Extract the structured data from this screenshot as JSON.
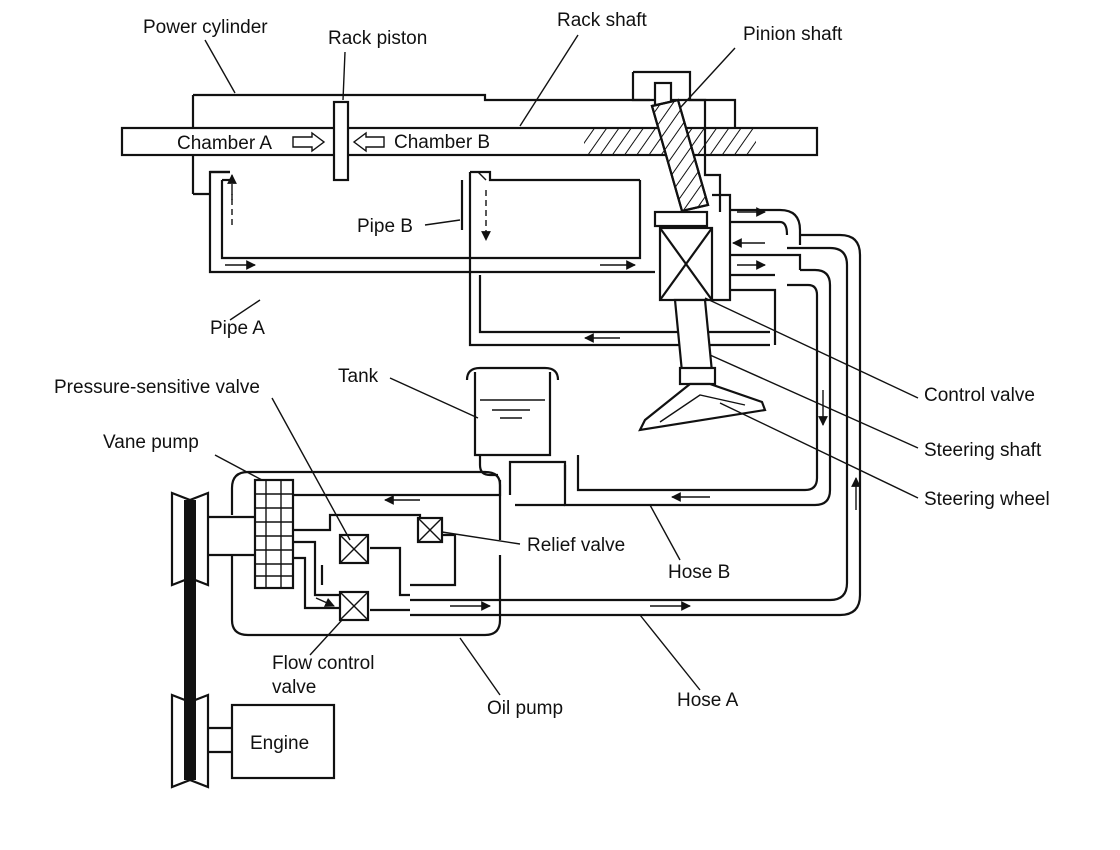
{
  "labels": {
    "power_cylinder": "Power cylinder",
    "rack_piston": "Rack piston",
    "rack_shaft": "Rack shaft",
    "pinion_shaft": "Pinion shaft",
    "chamber_a": "Chamber A",
    "chamber_b": "Chamber B",
    "pipe_b": "Pipe B",
    "pipe_a": "Pipe A",
    "tank": "Tank",
    "pressure_sensitive_valve": "Pressure-sensitive valve",
    "vane_pump": "Vane pump",
    "control_valve": "Control valve",
    "steering_shaft": "Steering shaft",
    "steering_wheel": "Steering wheel",
    "relief_valve": "Relief valve",
    "hose_b": "Hose B",
    "flow_control_valve_line1": "Flow control",
    "flow_control_valve_line2": "valve",
    "oil_pump": "Oil pump",
    "hose_a": "Hose A",
    "engine": "Engine"
  }
}
